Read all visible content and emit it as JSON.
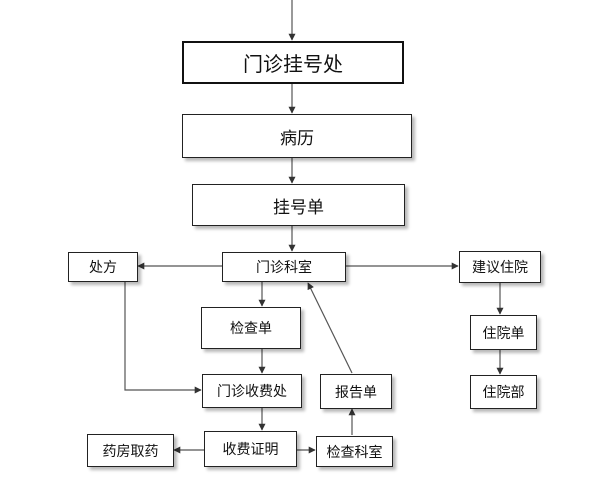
{
  "diagram": {
    "nodes": {
      "registration_office": "门诊挂号处",
      "medical_record": "病历",
      "registration_slip": "挂号单",
      "outpatient_dept": "门诊科室",
      "prescription": "处方",
      "hospitalization_advice": "建议住院",
      "exam_slip": "检查单",
      "admission_slip": "住院单",
      "payment_office": "门诊收费处",
      "report_slip": "报告单",
      "inpatient_dept": "住院部",
      "pharmacy_pickup": "药房取药",
      "payment_receipt": "收费证明",
      "exam_dept": "检查科室"
    }
  }
}
